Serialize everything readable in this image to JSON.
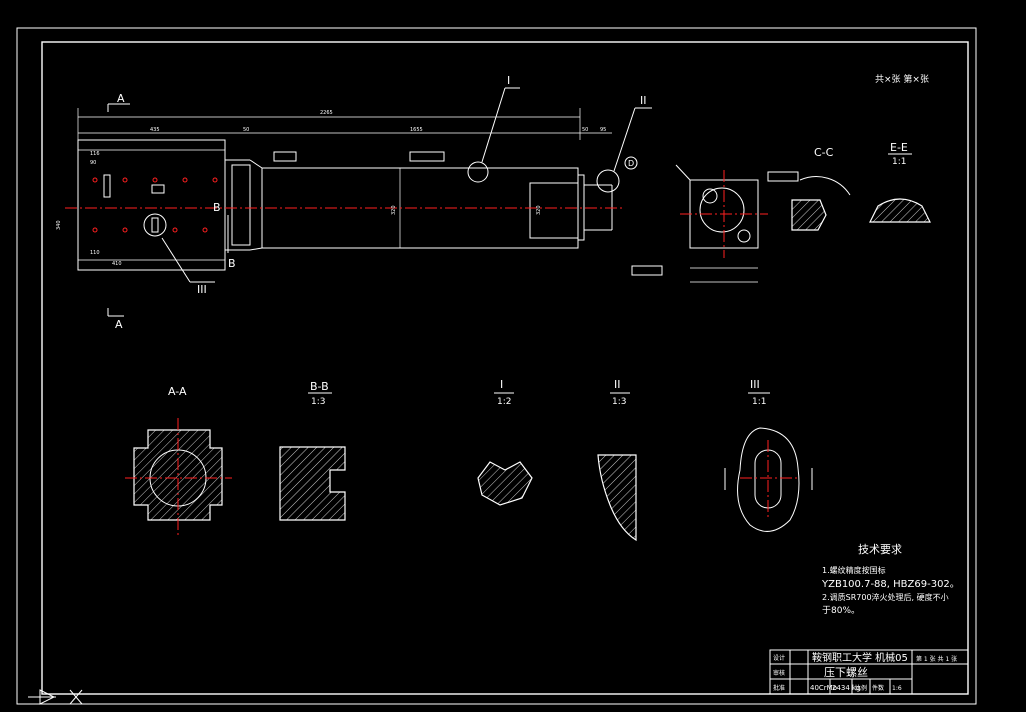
{
  "sheet": {
    "quantity_note": "共×张 第×张",
    "section_labels": {
      "a_top": "A",
      "a_bottom": "A",
      "b_top": "B",
      "b_bottom": "B",
      "d_marker": "D",
      "detail_1": "I",
      "detail_2": "II",
      "detail_3": "III"
    },
    "views": {
      "cc": {
        "title": "C-C"
      },
      "ee": {
        "title": "E-E",
        "scale": "1:1"
      },
      "aa": {
        "title": "A-A"
      },
      "bb": {
        "title": "B-B",
        "scale": "1:3"
      },
      "d1": {
        "title": "I",
        "scale": "1:2"
      },
      "d2": {
        "title": "II",
        "scale": "1:3"
      },
      "d3": {
        "title": "III",
        "scale": "1:1"
      }
    },
    "dimensions": {
      "overall_length": "2265",
      "seg_left": "435",
      "seg_mid_small": "50",
      "seg_main": "1655",
      "seg_r1": "50",
      "seg_r2": "95",
      "dia_left": "340",
      "dia_main": "320",
      "dia_right": "320",
      "dim_116": "116",
      "dim_410": "410",
      "dim_90": "90",
      "dim_110": "110"
    }
  },
  "technical_requirements": {
    "title": "技术要求",
    "line1": "1.螺纹精度按国标",
    "line2": "YZB100.7-88, HBZ69-302。",
    "line3": "2.调质SR700淬火处理后, 硬度不小",
    "line4": "于80%。"
  },
  "title_block": {
    "school": "鞍钢职工大学  机械05",
    "part_name": "压下螺丝",
    "material": "40CrMo",
    "weight": "2434 kg",
    "scale_label": "比例",
    "scale_value": "1:6",
    "qty_label": "件数",
    "sheet_label": "第 1 张 共 1 张",
    "row_labels": [
      "设计",
      "审核",
      "批准"
    ]
  }
}
